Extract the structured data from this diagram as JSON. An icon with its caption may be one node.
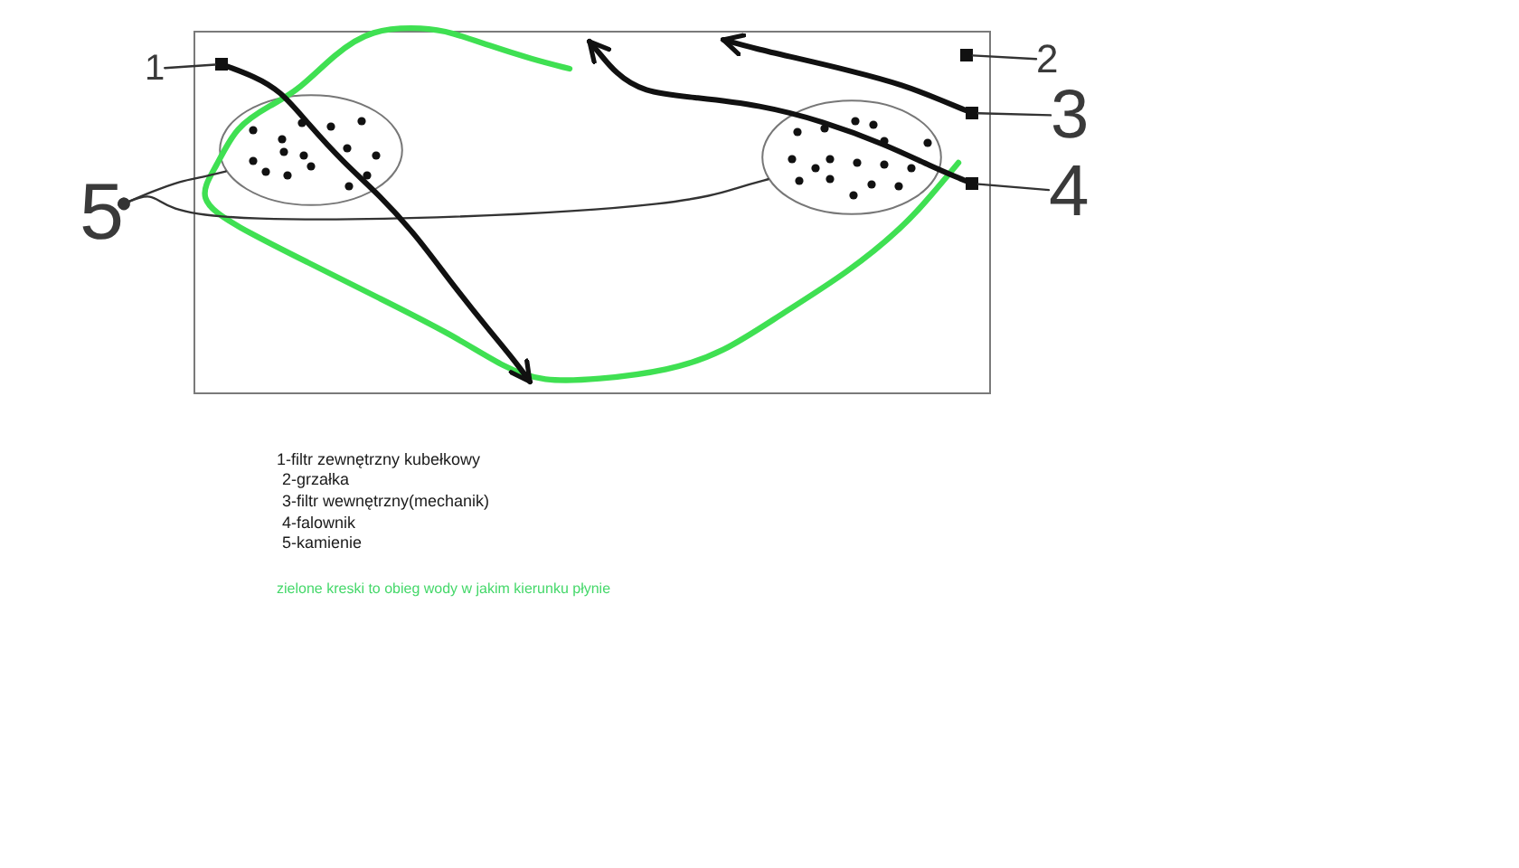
{
  "diagram": {
    "nodes": [
      {
        "text": [],
        "shape": "box"
      },
      {
        "text": [],
        "shape": "ellipse",
        "in": 0
      },
      {
        "text": [],
        "shape": "ellipse",
        "in": 0
      },
      {
        "text": [],
        "shape": "square",
        "in": 0
      },
      {
        "text": [],
        "shape": "square",
        "in": 0
      },
      {
        "text": [],
        "shape": "square",
        "in": 0
      },
      {
        "text": [],
        "shape": "square",
        "in": 0
      },
      {
        "text": [
          "1"
        ]
      },
      {
        "text": [
          "2"
        ]
      },
      {
        "text": [
          "3"
        ]
      },
      {
        "text": [
          "4"
        ]
      },
      {
        "text": [
          "5"
        ]
      }
    ],
    "edges": [
      {
        "from": 7,
        "to": 3,
        "arrow": "none"
      },
      {
        "from": 8,
        "to": 4,
        "arrow": "none"
      },
      {
        "from": 9,
        "to": 5,
        "arrow": "none"
      },
      {
        "from": 10,
        "to": 6,
        "arrow": "none"
      },
      {
        "from": 11,
        "to": 1,
        "arrow": "other"
      },
      {
        "from": 11,
        "to": 2,
        "arrow": "other"
      },
      {
        "from": 3,
        "to": null,
        "arrow": "to",
        "style": "thick"
      },
      {
        "from": 6,
        "to": null,
        "arrow": "to",
        "style": "thick"
      },
      {
        "from": 5,
        "to": null,
        "arrow": "to",
        "style": "thick"
      }
    ],
    "labels": [
      "1-filtr zewnętrzny kubełkowy",
      "2-grzałka",
      "3-filtr wewnętrzny(mechanik)",
      "4-falownik",
      "5-kamienie",
      "zielone kreski to obieg wody w jakim kierunku płynie"
    ]
  }
}
